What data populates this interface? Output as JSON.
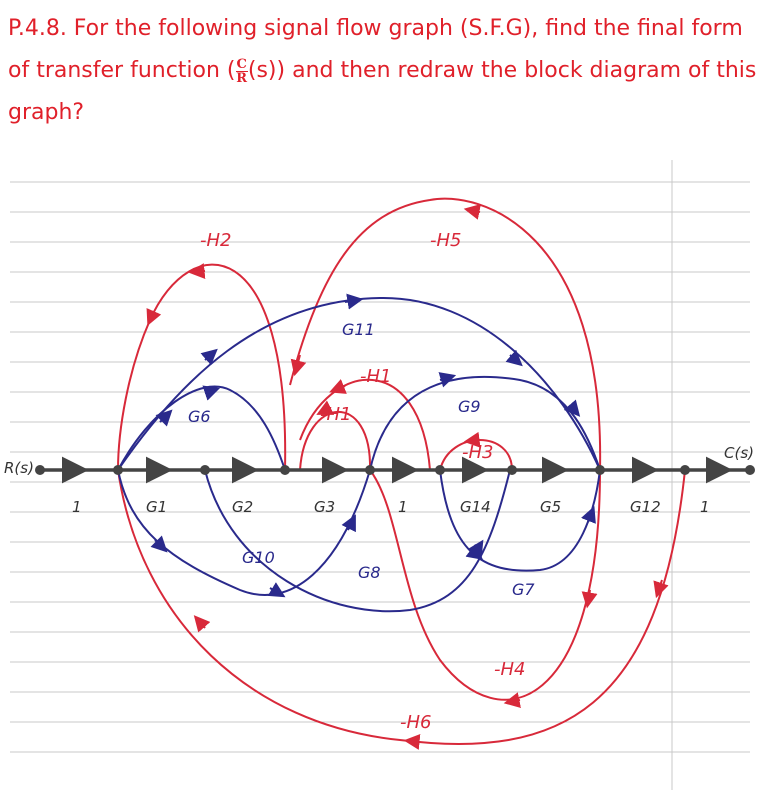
{
  "problem": {
    "prefix": "P.4.8. For the following signal flow graph (S.F.G), find the final form of transfer function (",
    "frac_num": "C",
    "frac_den": "R",
    "suffix": "(s)) and then redraw the block diagram of this graph?"
  },
  "graph": {
    "input_label": "R(s)",
    "output_label": "C(s)",
    "forward_labels": [
      "1",
      "G1",
      "G2",
      "G3",
      "1",
      "G14",
      "G5",
      "G12",
      "1"
    ],
    "blue_labels": [
      "G6",
      "G11",
      "G9",
      "G10",
      "G8",
      "G7"
    ],
    "red_labels": [
      "-H2",
      "-H5",
      "-H1",
      "-H1",
      "-H3",
      "-H4",
      "-H6"
    ]
  },
  "colors": {
    "title": "#e0202a",
    "forward": "#444444",
    "blue": "#2a2a8c",
    "red": "#d8293a",
    "ruling": "#c9c9c9"
  }
}
